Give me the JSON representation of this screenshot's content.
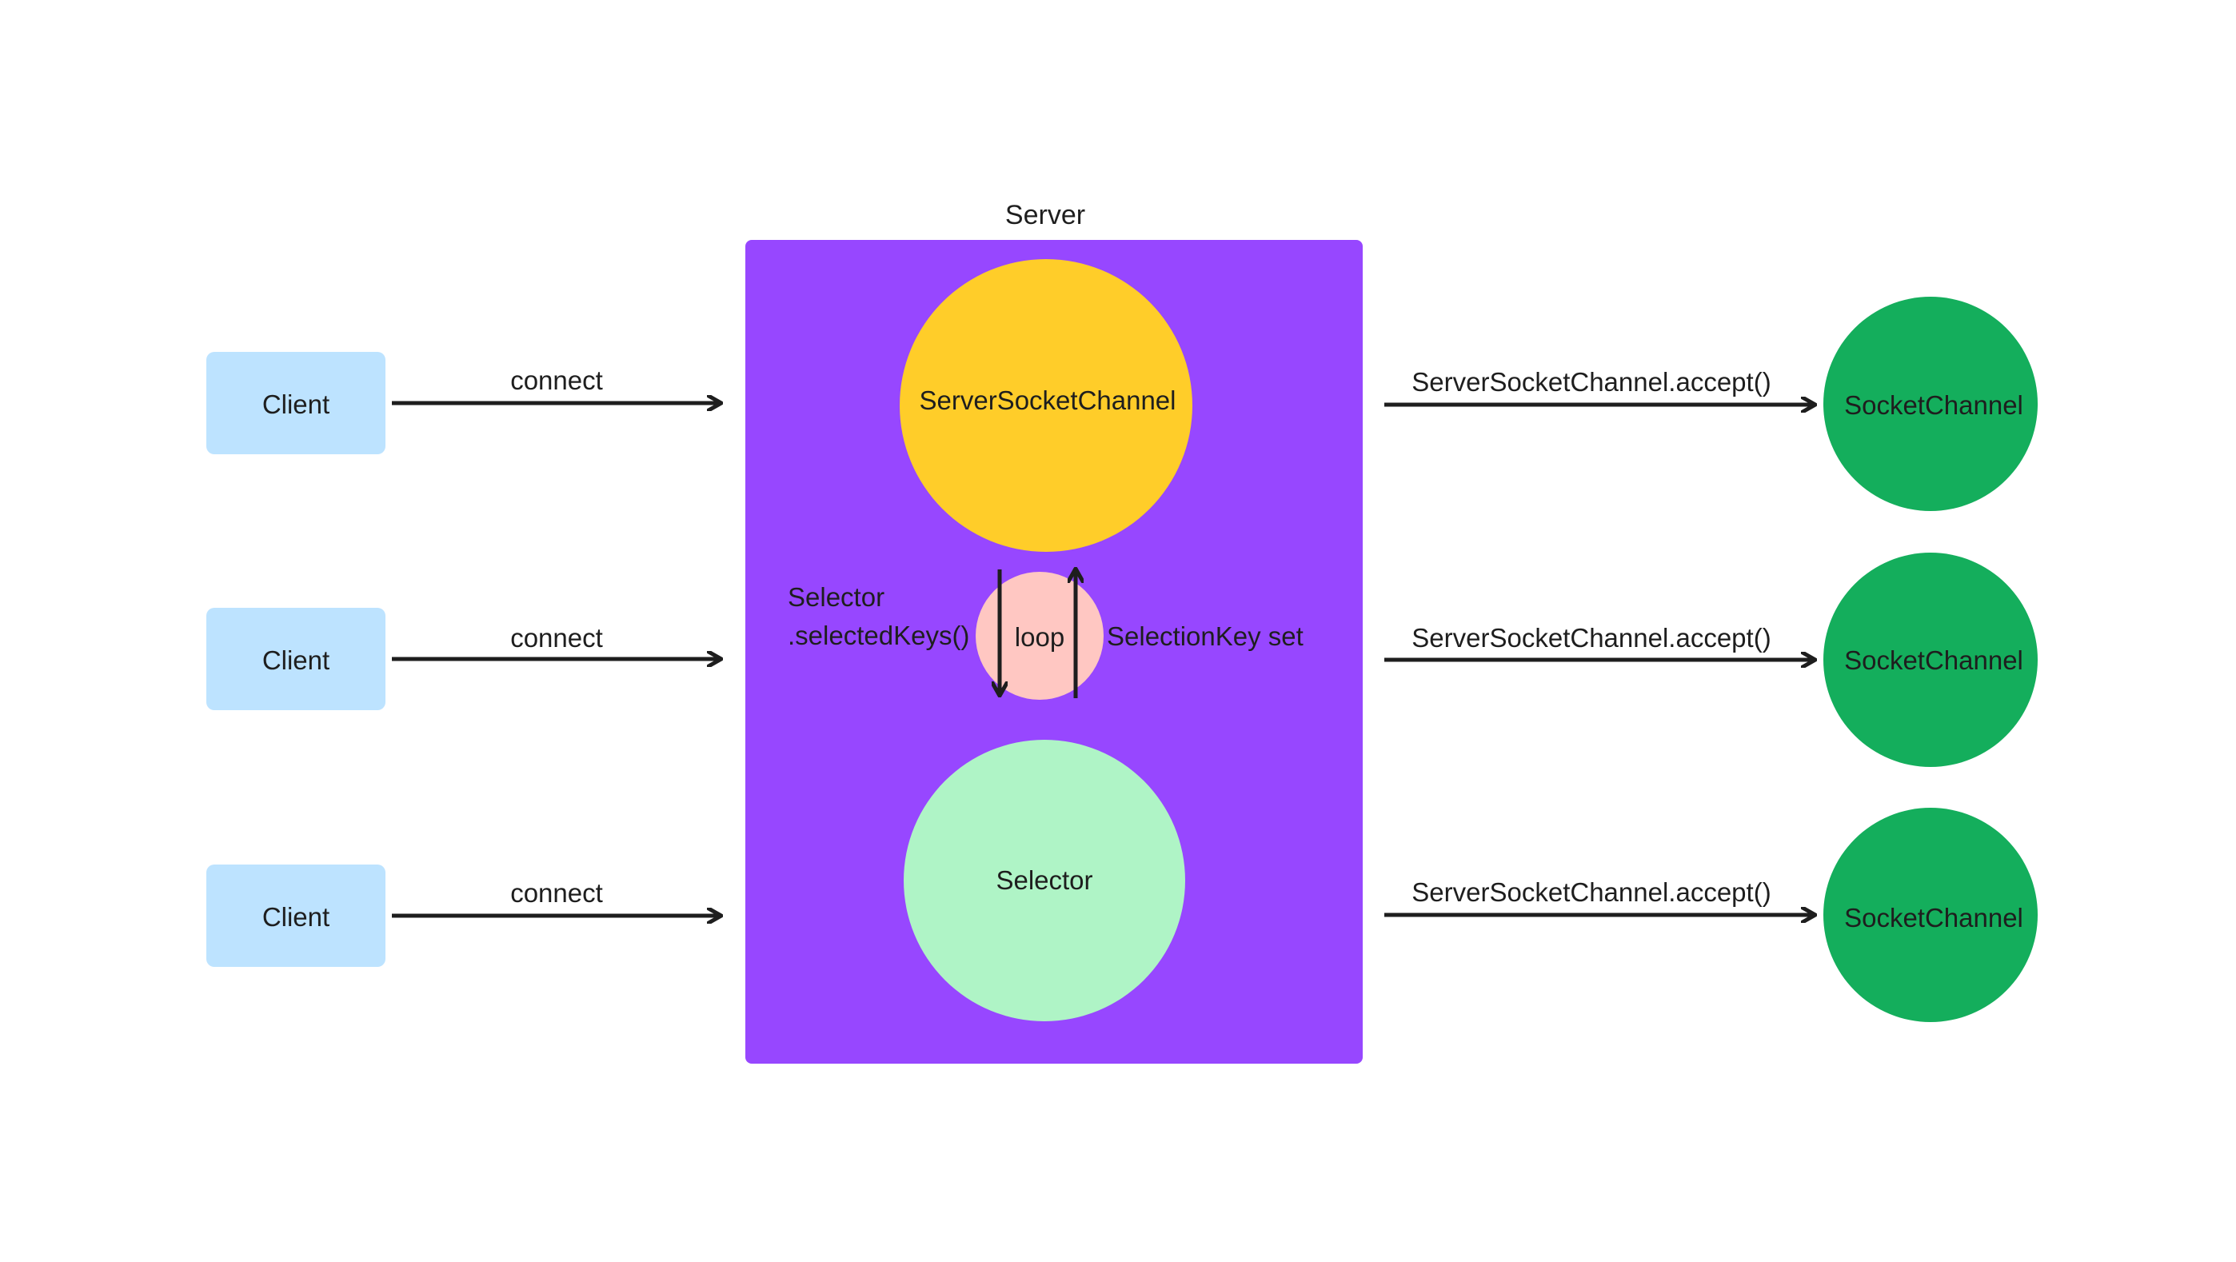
{
  "server": {
    "title": "Server",
    "color": "#9747ff"
  },
  "clients": [
    {
      "label": "Client",
      "edge_label": "connect"
    },
    {
      "label": "Client",
      "edge_label": "connect"
    },
    {
      "label": "Client",
      "edge_label": "connect"
    }
  ],
  "server_socket_channel": {
    "label": "ServerSocketChannel",
    "color": "#ffcd29"
  },
  "selector": {
    "label": "Selector",
    "color": "#aff4c6"
  },
  "loop": {
    "label": "loop",
    "color": "#ffc7c2",
    "down_label_line1": "Selector",
    "down_label_line2": ".selectedKeys()",
    "up_label": "SelectionKey set"
  },
  "socket_channels": [
    {
      "label": "SocketChannel",
      "edge_label": "ServerSocketChannel.accept()"
    },
    {
      "label": "SocketChannel",
      "edge_label": "ServerSocketChannel.accept()"
    },
    {
      "label": "SocketChannel",
      "edge_label": "ServerSocketChannel.accept()"
    }
  ],
  "colors": {
    "client": "#bde3ff",
    "socket_channel": "#14ae5c",
    "arrow": "#1e1e1e"
  }
}
